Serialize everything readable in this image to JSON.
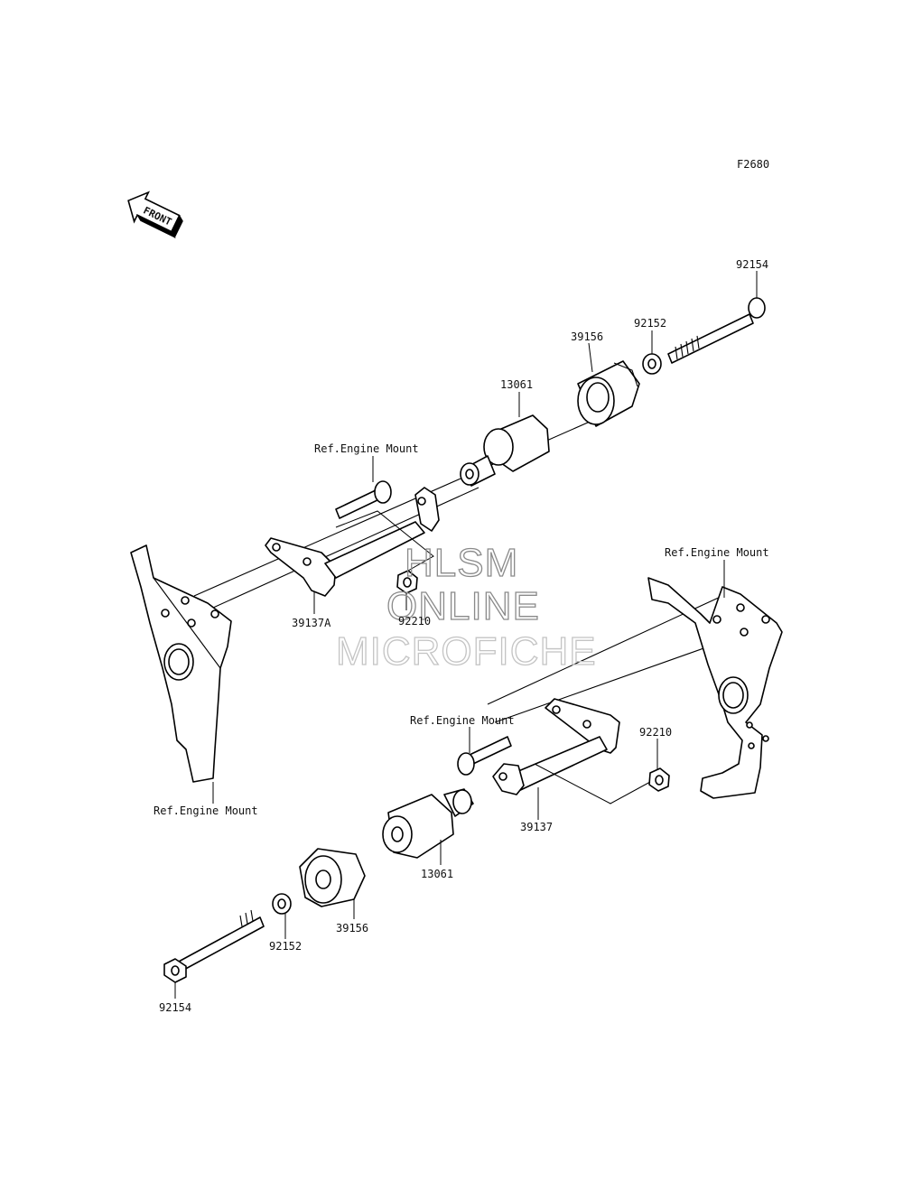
{
  "diagram_code": "F2680",
  "front_label": "FRONT",
  "watermark": {
    "line1": "HLSM",
    "line2": "ONLINE",
    "line3": "MICROFICHE"
  },
  "labels": {
    "p92154_top": "92154",
    "p92152_top": "92152",
    "p39156_top": "39156",
    "p13061_top": "13061",
    "ref_engine_mount_1": "Ref.Engine Mount",
    "p39137A": "39137A",
    "p92210_left": "92210",
    "ref_engine_mount_2": "Ref.Engine Mount",
    "ref_engine_mount_3": "Ref.Engine Mount",
    "p92210_right": "92210",
    "p39137": "39137",
    "ref_engine_mount_4": "Ref.Engine Mount",
    "p13061_bottom": "13061",
    "p39156_bottom": "39156",
    "p92152_bottom": "92152",
    "p92154_bottom": "92154"
  }
}
